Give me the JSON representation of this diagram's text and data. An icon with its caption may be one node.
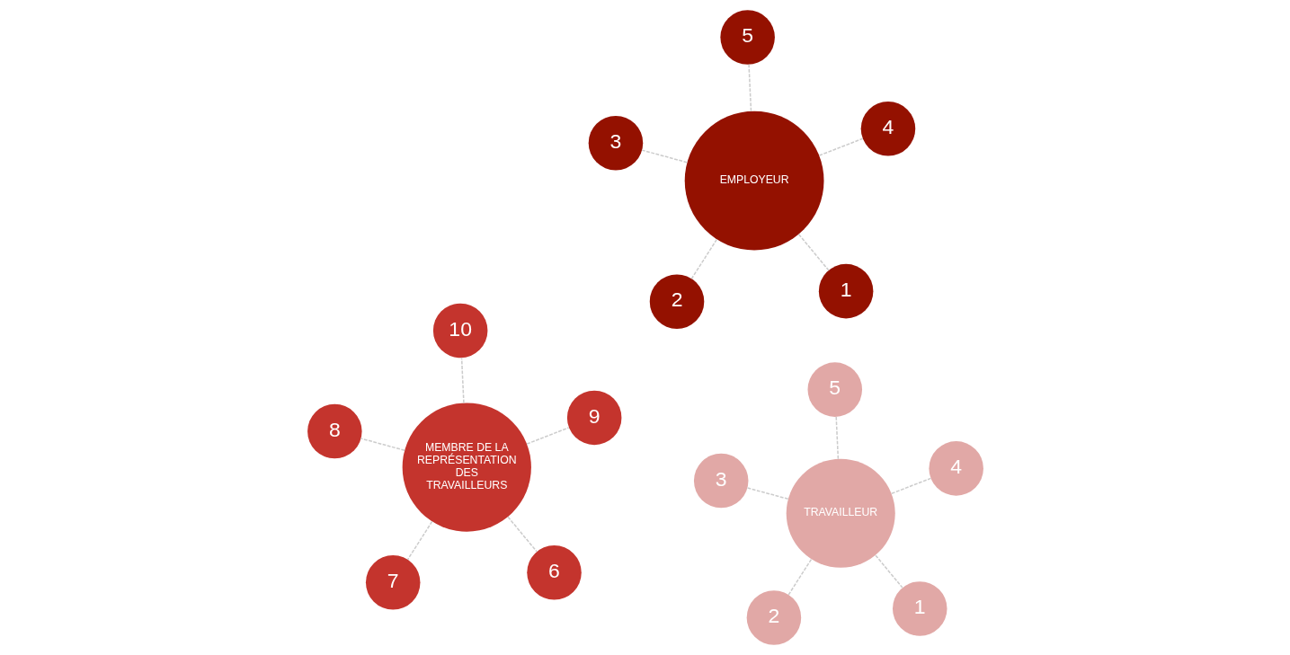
{
  "diagram": {
    "nodes": [
      {
        "text": [
          "TRAVAILLEUR"
        ]
      },
      {
        "text": [
          "MEMBRE DE LA REPRÉSENTATION DES TRAVAILLEURS"
        ]
      },
      {
        "text": [
          "EMPLOYEUR"
        ]
      },
      {
        "text": [
          "1"
        ]
      },
      {
        "text": [
          "2"
        ]
      },
      {
        "text": [
          "3"
        ]
      },
      {
        "text": [
          "4"
        ]
      },
      {
        "text": [
          "5"
        ]
      },
      {
        "text": [
          "6"
        ]
      },
      {
        "text": [
          "7"
        ]
      },
      {
        "text": [
          "8"
        ]
      },
      {
        "text": [
          "9"
        ]
      },
      {
        "text": [
          "10"
        ]
      },
      {
        "text": [
          "1"
        ]
      },
      {
        "text": [
          "2"
        ]
      },
      {
        "text": [
          "3"
        ]
      },
      {
        "text": [
          "4"
        ]
      },
      {
        "text": [
          "5"
        ]
      }
    ],
    "edges": [
      {
        "from": 0,
        "to": 3,
        "arrow": "none",
        "style": "dashed"
      },
      {
        "from": 0,
        "to": 4,
        "arrow": "none",
        "style": "dashed"
      },
      {
        "from": 0,
        "to": 5,
        "arrow": "none",
        "style": "dashed"
      },
      {
        "from": 0,
        "to": 6,
        "arrow": "none",
        "style": "dashed"
      },
      {
        "from": 0,
        "to": 7,
        "arrow": "none",
        "style": "dashed"
      },
      {
        "from": 1,
        "to": 8,
        "arrow": "none",
        "style": "dashed"
      },
      {
        "from": 1,
        "to": 9,
        "arrow": "none",
        "style": "dashed"
      },
      {
        "from": 1,
        "to": 10,
        "arrow": "none",
        "style": "dashed"
      },
      {
        "from": 1,
        "to": 11,
        "arrow": "none",
        "style": "dashed"
      },
      {
        "from": 1,
        "to": 12,
        "arrow": "none",
        "style": "dashed"
      },
      {
        "from": 2,
        "to": 13,
        "arrow": "none",
        "style": "dashed"
      },
      {
        "from": 2,
        "to": 14,
        "arrow": "none",
        "style": "dashed"
      },
      {
        "from": 2,
        "to": 15,
        "arrow": "none",
        "style": "dashed"
      },
      {
        "from": 2,
        "to": 16,
        "arrow": "none",
        "style": "dashed"
      },
      {
        "from": 2,
        "to": 17,
        "arrow": "none",
        "style": "dashed"
      }
    ]
  }
}
